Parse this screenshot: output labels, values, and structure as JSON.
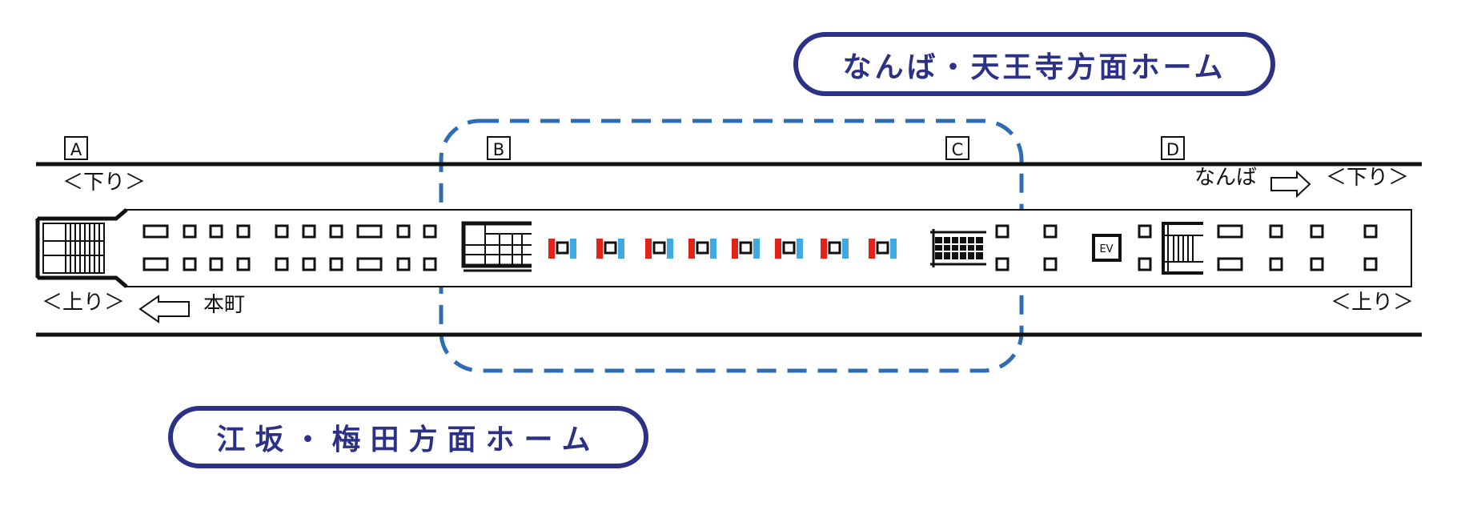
{
  "header_pill": {
    "text": "なんば・天王寺方面ホーム"
  },
  "footer_pill": {
    "text": "江坂・梅田方面ホーム"
  },
  "car_markers": [
    "A",
    "B",
    "C",
    "D"
  ],
  "left_labels": {
    "down": "＜下り＞",
    "up": "＜上り＞",
    "up_destination": "本町"
  },
  "right_labels": {
    "down": "＜下り＞",
    "up": "＜上り＞",
    "down_destination": "なんば"
  },
  "elevator": {
    "label": "EV"
  },
  "colors": {
    "pill_border": "#2b3186",
    "pill_text": "#2b3186",
    "dashed_zone": "#2f6db3",
    "gate_red": "#e2231a",
    "gate_blue": "#3fa9e0",
    "line": "#111111"
  }
}
